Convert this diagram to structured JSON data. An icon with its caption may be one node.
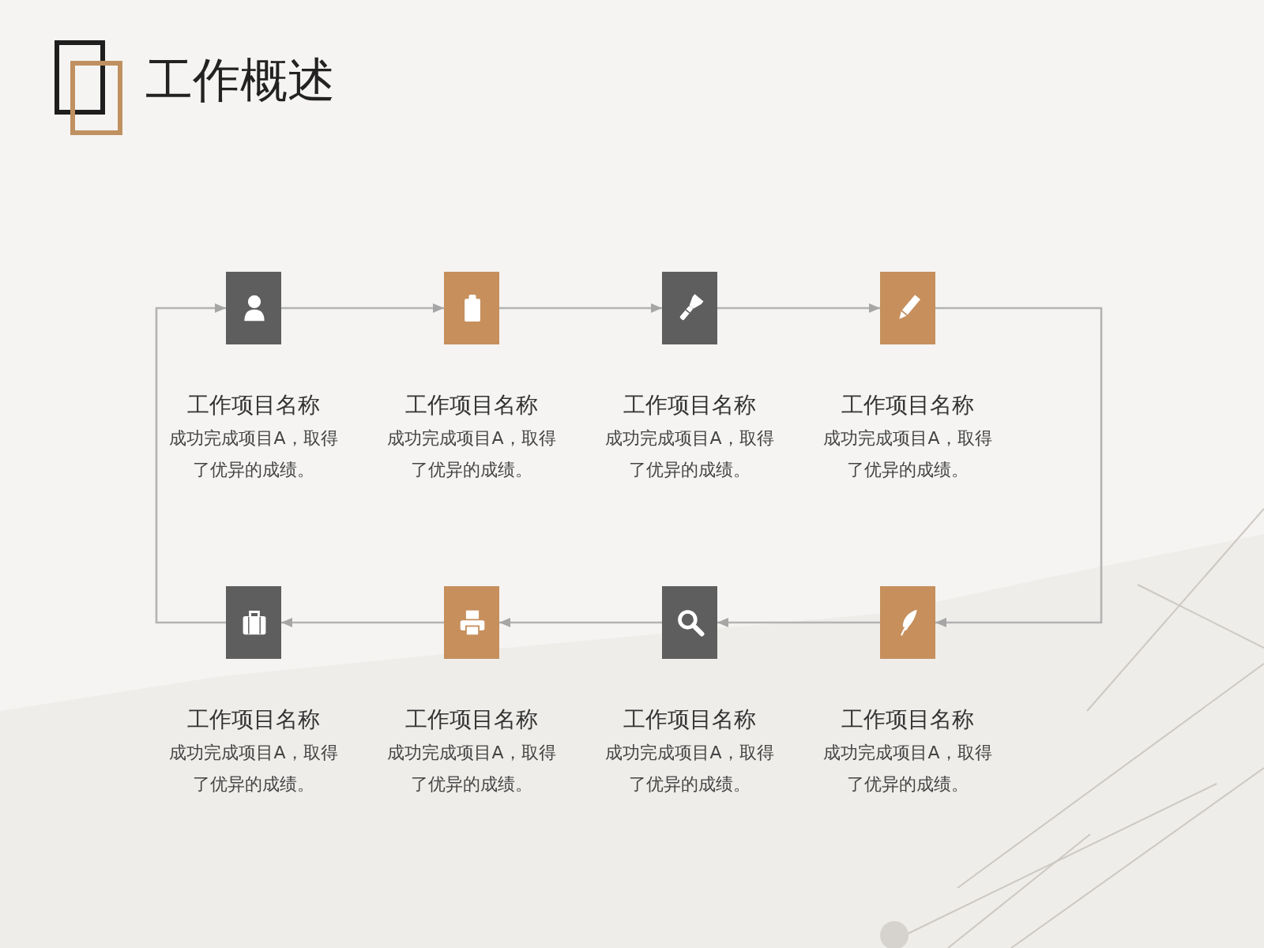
{
  "diagram": {
    "title": "工作概述",
    "nodes": [
      {
        "text": [],
        "shape": "box",
        "beside": [
          "工作项目名称",
          "成功完成项目A，取得了优异的成绩。"
        ]
      },
      {
        "text": [],
        "shape": "box",
        "beside": [
          "工作项目名称",
          "成功完成项目A，取得了优异的成绩。"
        ]
      },
      {
        "text": [],
        "shape": "box",
        "beside": [
          "工作项目名称",
          "成功完成项目A，取得了优异的成绩。"
        ]
      },
      {
        "text": [],
        "shape": "box",
        "beside": [
          "工作项目名称",
          "成功完成项目A，取得了优异的成绩。"
        ]
      },
      {
        "text": [],
        "shape": "box",
        "beside": [
          "工作项目名称",
          "成功完成项目A，取得了优异的成绩。"
        ]
      },
      {
        "text": [],
        "shape": "box",
        "beside": [
          "工作项目名称",
          "成功完成项目A，取得了优异的成绩。"
        ]
      },
      {
        "text": [],
        "shape": "box",
        "beside": [
          "工作项目名称",
          "成功完成项目A，取得了优异的成绩。"
        ]
      },
      {
        "text": [],
        "shape": "box",
        "beside": [
          "工作项目名称",
          "成功完成项目A，取得了优异的成绩。"
        ]
      }
    ],
    "edges": [
      {
        "from": 0,
        "to": 1,
        "arrow": "to"
      },
      {
        "from": 1,
        "to": 2,
        "arrow": "to"
      },
      {
        "from": 2,
        "to": 3,
        "arrow": "to"
      },
      {
        "from": 3,
        "to": 7,
        "arrow": "to"
      },
      {
        "from": 7,
        "to": 6,
        "arrow": "to"
      },
      {
        "from": 6,
        "to": 5,
        "arrow": "to"
      },
      {
        "from": 5,
        "to": 4,
        "arrow": "to"
      },
      {
        "from": 4,
        "to": 0,
        "arrow": "to"
      }
    ]
  }
}
